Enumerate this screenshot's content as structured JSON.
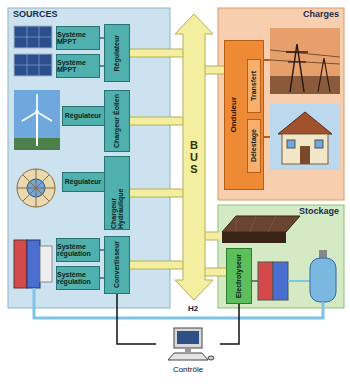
{
  "diagram": {
    "nodes": [
      {
        "text": [
          "SOURCES"
        ]
      },
      {
        "text": [
          "Système MPPT"
        ],
        "in": 0
      },
      {
        "text": [
          "Système MPPT"
        ],
        "in": 0
      },
      {
        "text": [
          "Régulateur"
        ],
        "in": 0
      },
      {
        "text": [
          "Régulateur"
        ],
        "in": 0
      },
      {
        "text": [
          "Chargeur Éolien"
        ],
        "in": 0
      },
      {
        "text": [
          "Régulateur"
        ],
        "in": 0
      },
      {
        "text": [
          "Chargeur Hydraulique"
        ],
        "in": 0
      },
      {
        "text": [
          "Système régulation"
        ],
        "in": 0
      },
      {
        "text": [
          "Système régulation"
        ],
        "in": 0
      },
      {
        "text": [
          "Convertisseur"
        ],
        "in": 0
      },
      {
        "text": [
          "BUS"
        ]
      },
      {
        "text": [
          "Charges"
        ]
      },
      {
        "text": [
          "Onduleur"
        ],
        "in": 12
      },
      {
        "text": [
          "Transfert"
        ],
        "in": 13
      },
      {
        "text": [
          "Délestage"
        ],
        "in": 13
      },
      {
        "text": [
          "Stockage"
        ]
      },
      {
        "text": [
          "Electrolyseur"
        ],
        "in": 16
      },
      {
        "text": [
          "Contrôle"
        ]
      }
    ],
    "edges": [
      {
        "from": 1,
        "to": 3,
        "arrow": "none"
      },
      {
        "from": 2,
        "to": 3,
        "arrow": "none"
      },
      {
        "from": 4,
        "to": 5,
        "arrow": "none"
      },
      {
        "from": 6,
        "to": 7,
        "arrow": "none"
      },
      {
        "from": 8,
        "to": 10,
        "arrow": "none"
      },
      {
        "from": 9,
        "to": 10,
        "arrow": "none"
      },
      {
        "from": 3,
        "to": 11,
        "arrow": "none"
      },
      {
        "from": 5,
        "to": 11,
        "arrow": "none"
      },
      {
        "from": 7,
        "to": 11,
        "arrow": "none"
      },
      {
        "from": 10,
        "to": 11,
        "arrow": "none"
      },
      {
        "from": 11,
        "to": 13,
        "arrow": "none"
      },
      {
        "from": 11,
        "to": 16,
        "arrow": "none"
      },
      {
        "from": 11,
        "to": 17,
        "arrow": "none"
      },
      {
        "from": 18,
        "to": 10,
        "arrow": "none"
      },
      {
        "from": 18,
        "to": 17,
        "arrow": "none"
      }
    ],
    "labels": [
      "H2"
    ]
  }
}
